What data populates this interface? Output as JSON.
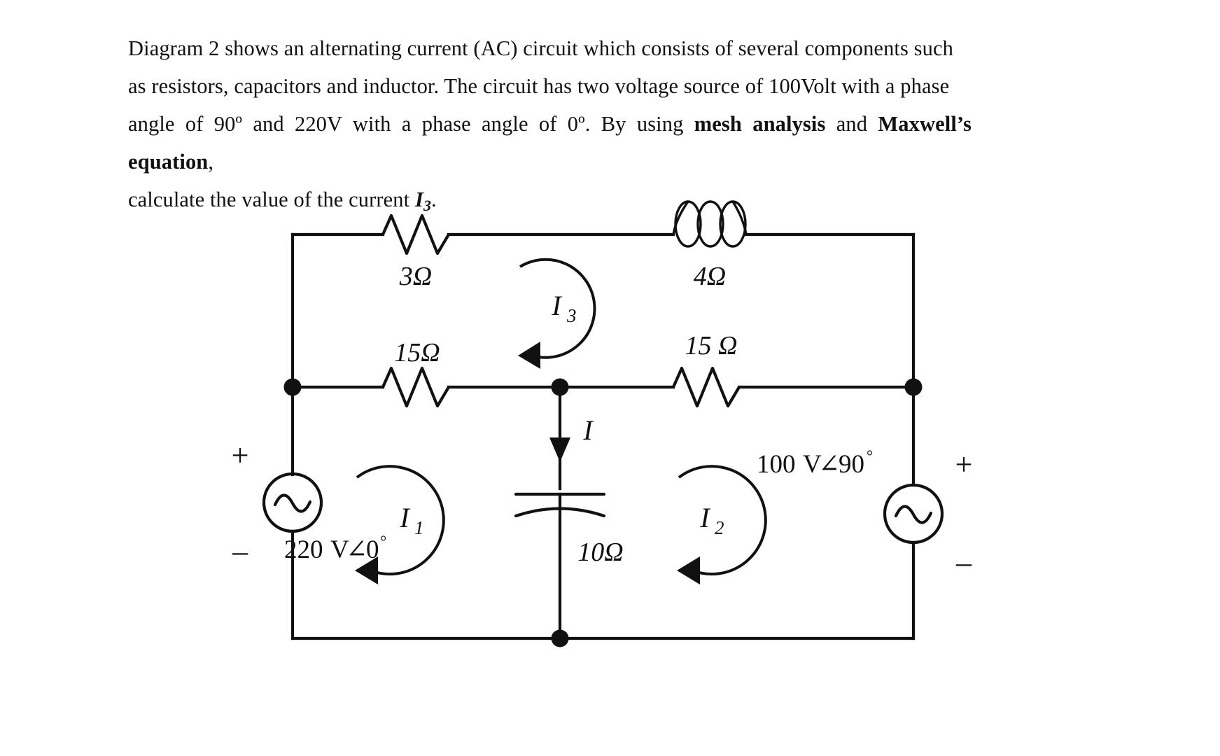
{
  "document": {
    "problem": {
      "line1": "Diagram 2 shows an alternating current (AC) circuit which consists of several components such",
      "line2": "as resistors, capacitors and inductor. The circuit has two voltage source of 100Volt with a phase",
      "line3_a": "angle of 90º and 220V with a phase angle of 0º. By using ",
      "line3_bold1": "mesh analysis",
      "line3_b": " and ",
      "line3_bold2": "Maxwell’s equation",
      "line3_c": ",",
      "line4_a": "calculate the value of the current ",
      "line4_current": "I",
      "line4_current_sub": "3",
      "line4_end": "."
    }
  },
  "circuit": {
    "components": {
      "resistor_top_left": {
        "label": "3Ω",
        "name": "3 ohm resistor"
      },
      "inductor_top_right": {
        "label": "4Ω",
        "name": "4 ohm inductor"
      },
      "resistor_mid_left": {
        "label": "15Ω",
        "name": "15 ohm resistor left"
      },
      "resistor_mid_right": {
        "label": "15 Ω",
        "name": "15 ohm resistor right"
      },
      "capacitor_center": {
        "label": "10Ω",
        "name": "10 ohm capacitor"
      }
    },
    "sources": {
      "left": {
        "label": "220",
        "v_symbol": "V",
        "angle_symbol": "∠",
        "angle": "0",
        "degree": "°",
        "plus": "+",
        "minus": "–"
      },
      "right": {
        "label": "100",
        "v_symbol": "V",
        "angle_symbol": "∠",
        "angle": "90",
        "degree": "°",
        "plus": "+",
        "minus": "–"
      }
    },
    "currents": {
      "mesh1": {
        "symbol": "I",
        "subscript": "1"
      },
      "mesh2": {
        "symbol": "I",
        "subscript": "2"
      },
      "mesh3": {
        "symbol": "I",
        "subscript": "3"
      },
      "branch": {
        "symbol": "I",
        "subscript": ""
      }
    },
    "colors": {
      "ink": "#111111",
      "background": "#ffffff"
    }
  }
}
